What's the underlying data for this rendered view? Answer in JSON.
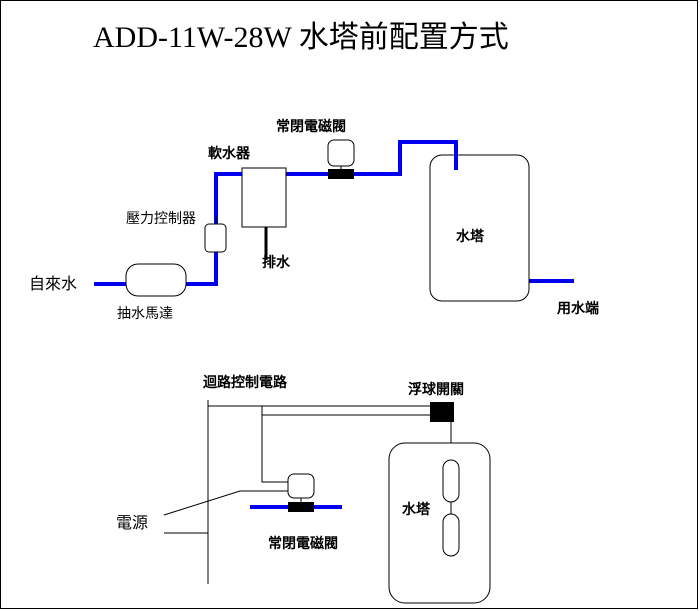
{
  "title": "ADD-11W-28W 水塔前配置方式",
  "upper": {
    "city_water": "自來水",
    "pump": "抽水馬達",
    "pressure_control": "壓力控制器",
    "softener": "軟水器",
    "drain": "排水",
    "nc_solenoid": "常閉電磁閥",
    "tank": "水塔",
    "outlet": "用水端"
  },
  "lower": {
    "circuit": "迴路控制電路",
    "float_switch": "浮球開關",
    "power": "電源",
    "tank": "水塔",
    "nc_solenoid": "常閉電磁閥"
  },
  "colors": {
    "pipe": "#0000ee",
    "line": "#000000",
    "background": "#ffffff"
  }
}
